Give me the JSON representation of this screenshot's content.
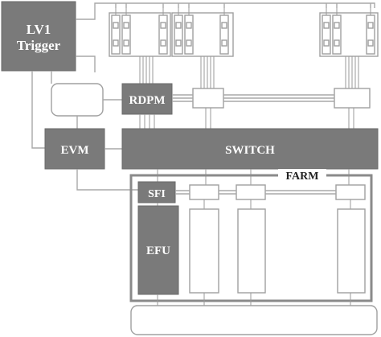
{
  "labels": {
    "lv1_trigger_line1": "LV1",
    "lv1_trigger_line2": "Trigger",
    "rdpm": "RDPM",
    "evm": "EVM",
    "switch": "SWITCH",
    "farm": "FARM",
    "sfi": "SFI",
    "efu": "EFU"
  },
  "colors": {
    "block_fill": "#7a7a7a",
    "line": "#a8a8a8",
    "farm_border": "#8a8a8a"
  }
}
